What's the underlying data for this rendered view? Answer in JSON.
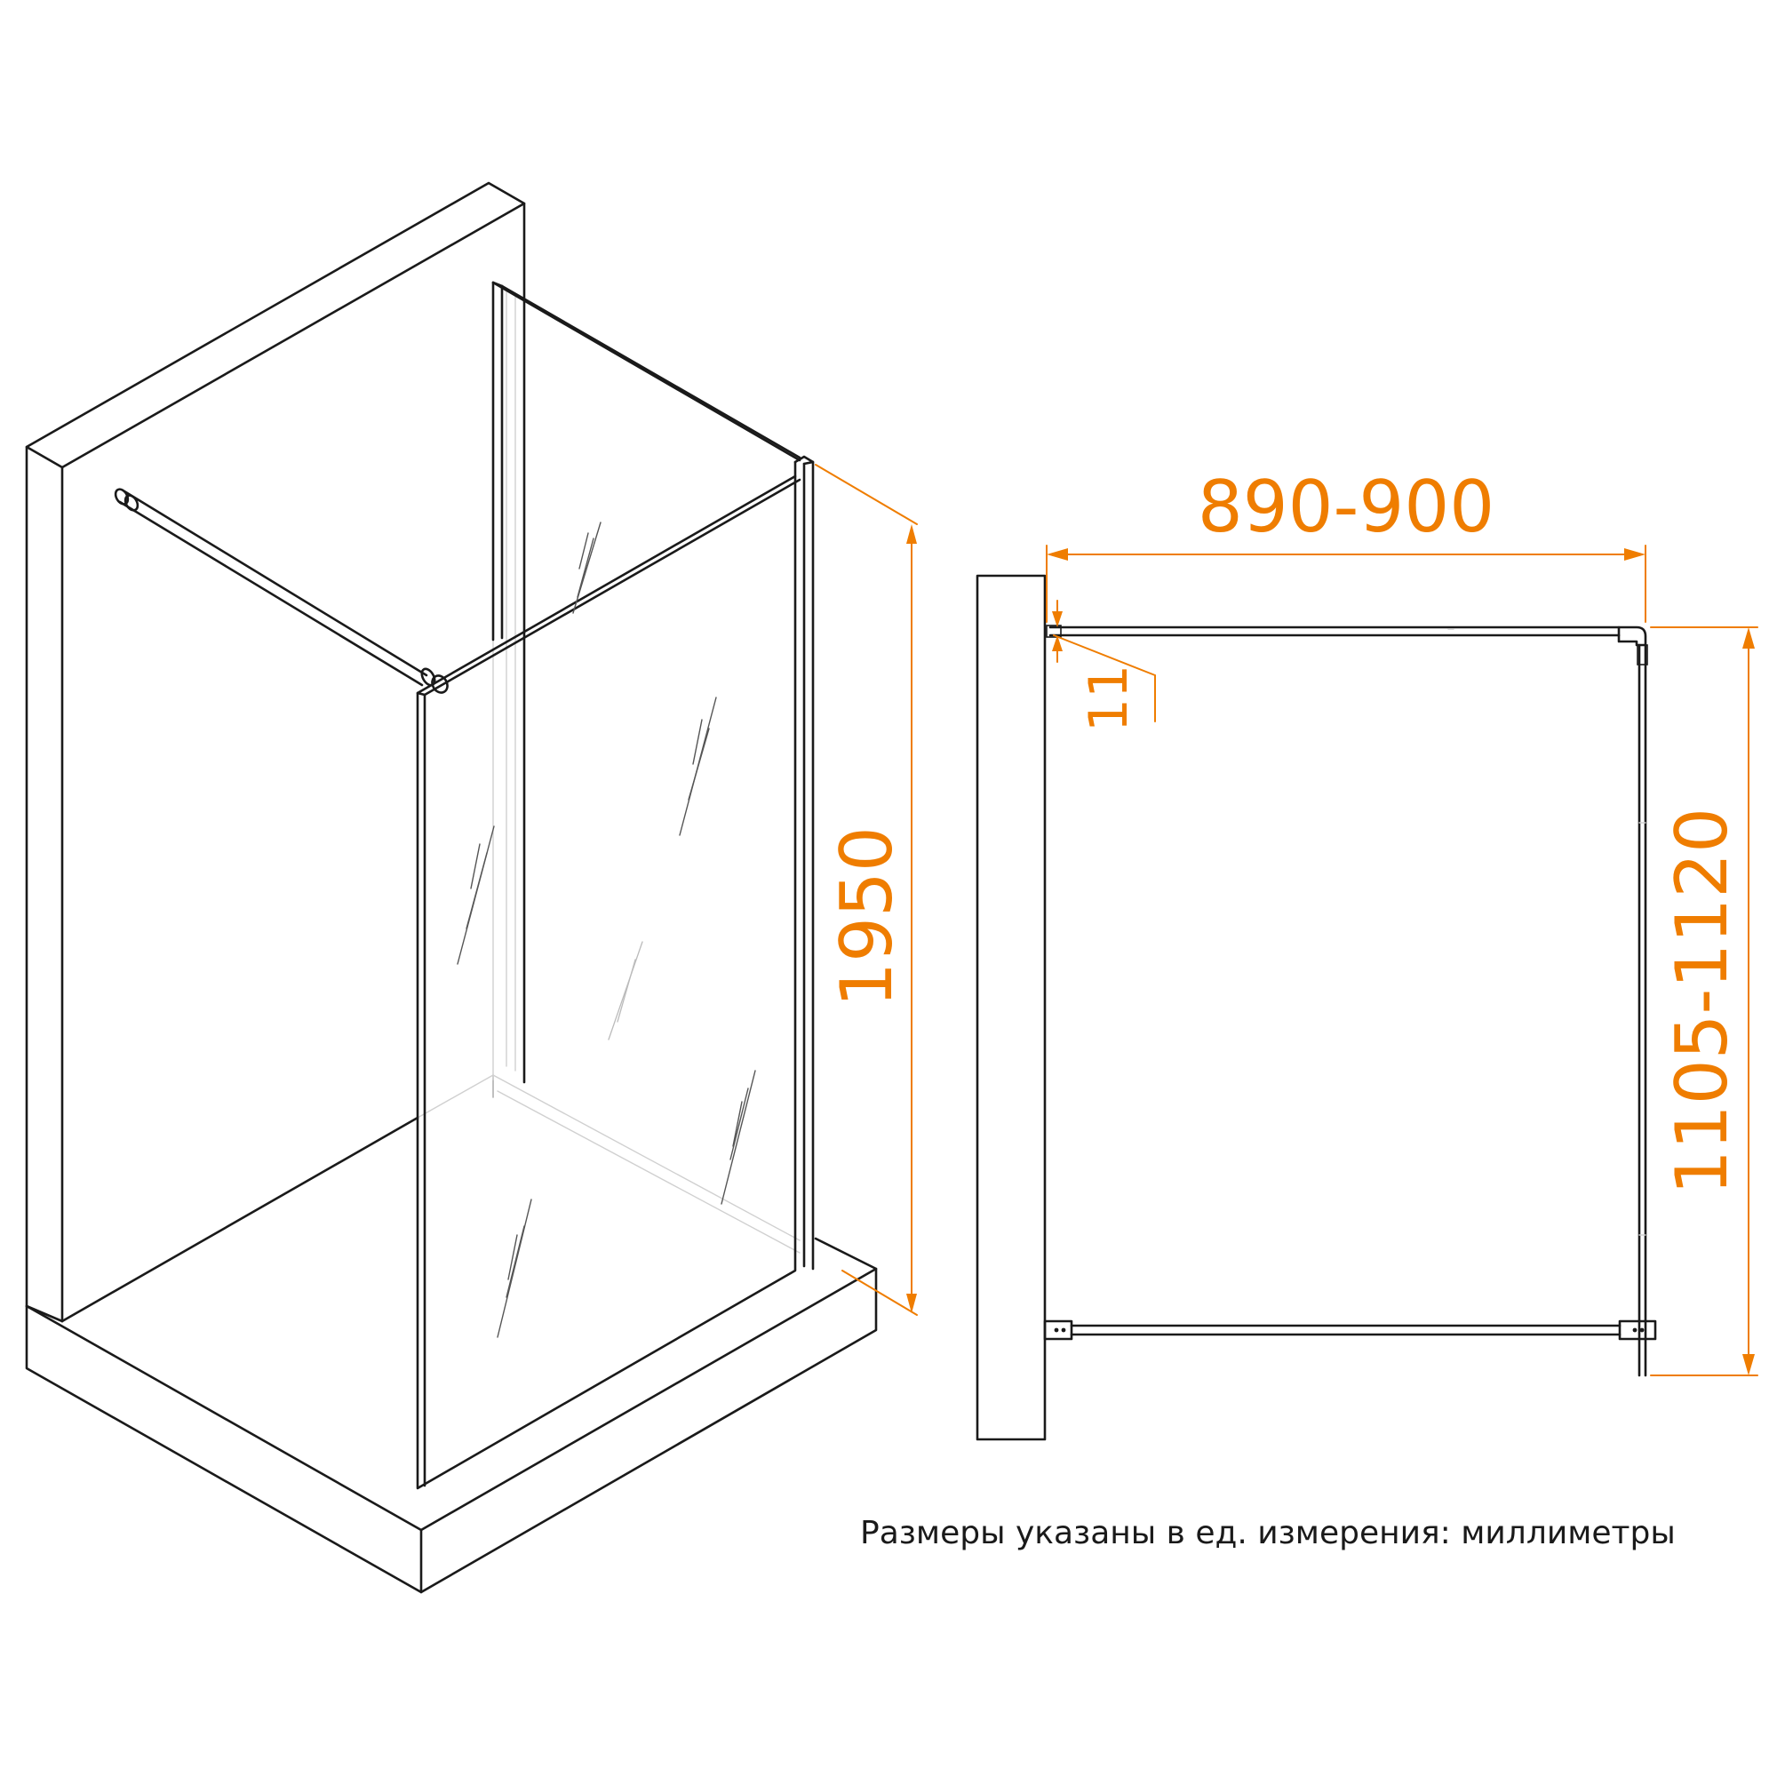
{
  "dimensions": {
    "height": "1950",
    "width": "890-900",
    "depth": "1105-1120",
    "offset": "11"
  },
  "caption": "Размеры указаны в ед. измерения: миллиметры",
  "colors": {
    "dimension": "#ef7d00",
    "line": "#1a1a1a"
  }
}
